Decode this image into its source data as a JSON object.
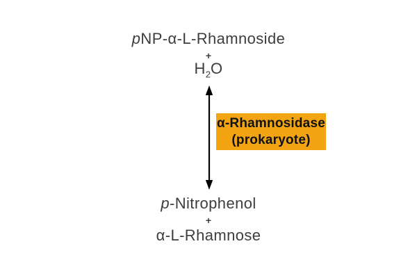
{
  "reaction": {
    "substrate": {
      "italic_prefix": "p",
      "rest": "NP-α-L-Rhamnoside"
    },
    "plus_top": "+",
    "water": {
      "h": "H",
      "subscript": "2",
      "o": "O"
    },
    "enzyme": {
      "line1": "α-Rhamnosidase",
      "line2": "(prokaryote)",
      "highlight_color": "#F2A412",
      "box_style": "background-color:#F2A412",
      "text_color": "#111111"
    },
    "product1": {
      "italic_prefix": "p",
      "rest": "-Nitrophenol"
    },
    "plus_bottom": "+",
    "product2": "α-L-Rhamnose"
  },
  "colors": {
    "background": "#ffffff",
    "body_text": "#3d3d3d",
    "arrow": "#000000"
  },
  "icons": {
    "arrow": "double-headed-vertical-arrow"
  }
}
